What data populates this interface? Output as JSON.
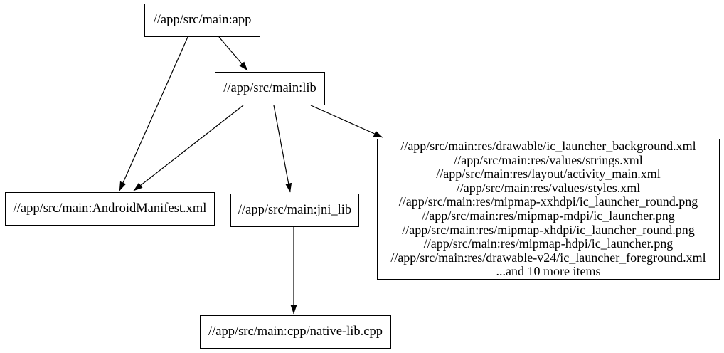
{
  "diagram": {
    "background_color": "#ffffff",
    "node_border_color": "#000000",
    "text_color": "#000000",
    "edge_color": "#000000",
    "nodes": {
      "app": {
        "label": "//app/src/main:app"
      },
      "lib": {
        "label": "//app/src/main:lib"
      },
      "android_manifest": {
        "label": "//app/src/main:AndroidManifest.xml"
      },
      "jni_lib": {
        "label": "//app/src/main:jni_lib"
      },
      "native_lib_cpp": {
        "label": "//app/src/main:cpp/native-lib.cpp"
      },
      "res_files": {
        "lines": [
          "//app/src/main:res/drawable/ic_launcher_background.xml",
          "//app/src/main:res/values/strings.xml",
          "//app/src/main:res/layout/activity_main.xml",
          "//app/src/main:res/values/styles.xml",
          "//app/src/main:res/mipmap-xxhdpi/ic_launcher_round.png",
          "//app/src/main:res/mipmap-mdpi/ic_launcher.png",
          "//app/src/main:res/mipmap-xhdpi/ic_launcher_round.png",
          "//app/src/main:res/mipmap-hdpi/ic_launcher.png",
          "//app/src/main:res/drawable-v24/ic_launcher_foreground.xml",
          "...and 10 more items"
        ]
      }
    },
    "edges": [
      {
        "from": "app",
        "to": "lib"
      },
      {
        "from": "app",
        "to": "android_manifest"
      },
      {
        "from": "lib",
        "to": "android_manifest"
      },
      {
        "from": "lib",
        "to": "jni_lib"
      },
      {
        "from": "lib",
        "to": "res_files"
      },
      {
        "from": "jni_lib",
        "to": "native_lib_cpp"
      }
    ]
  }
}
